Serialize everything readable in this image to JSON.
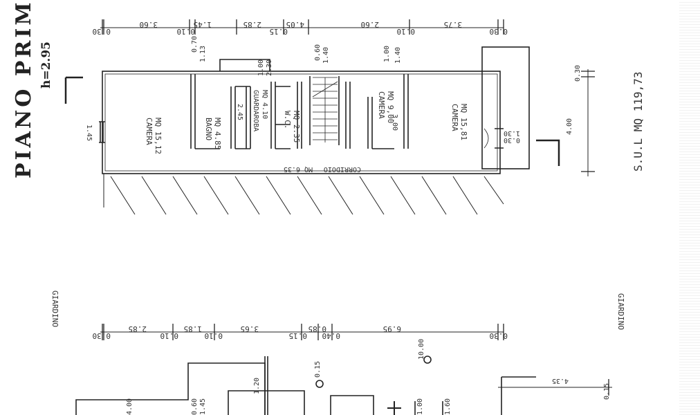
{
  "floor_title": "PIANO PRIMO",
  "floor_subtitle": "h=2.95",
  "sul_label": "S.U.L MQ 119,73",
  "garden_labels": [
    "GIARDINO",
    "GIARDINO"
  ],
  "rooms": [
    {
      "name": "CAMERA",
      "area": "MQ 15,12"
    },
    {
      "name": "BAGNO",
      "area": "MQ 4.85"
    },
    {
      "name": "GUARDAROBA",
      "area": "MQ 4.10"
    },
    {
      "name": "W.C.",
      "area": "MQ 2.35"
    },
    {
      "name": "CAMERA",
      "area": "MQ 9,00"
    },
    {
      "name": "CAMERA",
      "area": "MQ 15,81"
    },
    {
      "name": "CORRIDOIO",
      "area": "MQ 6.35"
    }
  ],
  "top_dimensions": [
    "0.30",
    "3.60",
    "0.10",
    "1.45",
    "2.85",
    "0.15",
    "4.05",
    "2.60",
    "0.10",
    "3.75",
    "0.30"
  ],
  "bottom_dimensions": [
    "0.30",
    "2.85",
    "0.10",
    "1.85",
    "0.10",
    "3.65",
    "0.15",
    "0.85",
    "0.40",
    "6.95",
    "0.30"
  ],
  "misc_labels": [
    "1.45",
    "0.70",
    "1.13",
    "2.45",
    "1.00",
    "2.30",
    "0.60",
    "1.40",
    "1.00",
    "1.40",
    "3.00",
    "0.30",
    "4.00",
    "1.30",
    "0.30",
    "10.00",
    "0.15",
    "4.35",
    "0.15",
    "1.20",
    "4.00",
    "0.60",
    "1.45",
    "1.60",
    "1.00"
  ]
}
